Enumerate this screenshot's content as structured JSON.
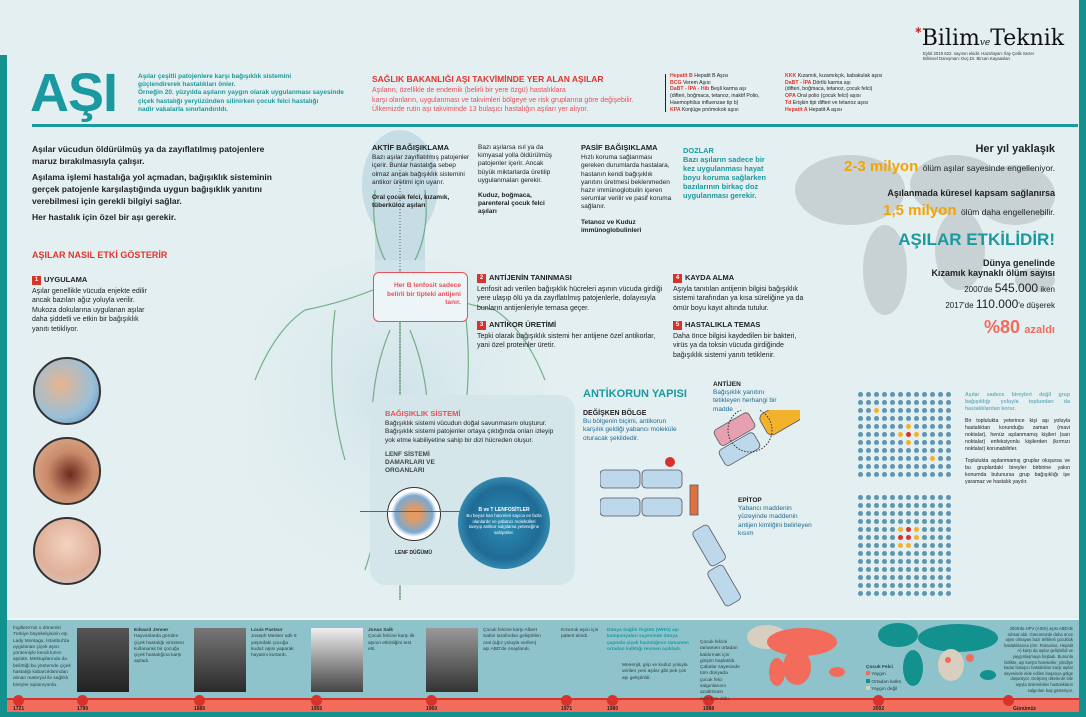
{
  "header": {
    "title": "AŞI",
    "intro": [
      "Aşılar çeşitli patojenlere karşı bağışıklık sistemini",
      "güçlendirerek hastalıkları önler.",
      "Örneğin 20. yüzyılda aşıların yaygın olarak uygulanması sayesinde",
      "çiçek hastalığı yeryüzünden silinirken çocuk felci hastalığı",
      "nadir vakalarla sınırlandırıldı."
    ]
  },
  "logo": {
    "name": "Bilim ve Teknik",
    "issue": "Eylül 2019  622. sayının ekidir.  Hazırlayan: İlay Çelik Sezer",
    "advisor": "Bilimsel Danışman: Doç.Dr. Bircan Kayaaslan"
  },
  "schedule": {
    "title": "SAĞLIK BAKANLIĞI AŞI TAKVİMİNDE YER ALAN AŞILAR",
    "text": [
      "Aşıların, özellikle de endemik (belirli bir yere özgü) hastalıklara",
      "karşı olanların, uygulanması ve takvimleri bölgeye ve risk gruplarına göre değişebilir.",
      "Ülkemizde rutin aşı takviminde 13 bulaşıcı hastalığın aşıları yer alıyor."
    ],
    "list1": [
      {
        "k": "Hepatit B",
        "v": "Hepatit B Aşısı"
      },
      {
        "k": "BCG",
        "v": "Verem Aşısı"
      },
      {
        "k": "DaBT - İPA - Hib",
        "v": "Beşli karma aşı"
      },
      {
        "k": "",
        "v": "(difteri, boğmaca, tetanoz, inaktif Polio,"
      },
      {
        "k": "",
        "v": "Haemophilus influenzae tip b)"
      },
      {
        "k": "KPA",
        "v": "Konjüge pnömokok aşısı"
      }
    ],
    "list2": [
      {
        "k": "KKK",
        "v": "Kızamık, kızamıkçık, kabakulak aşısı"
      },
      {
        "k": "DaBT - İPA",
        "v": "Dörtlü karma aşı"
      },
      {
        "k": "",
        "v": "(difteri, boğmaca, tetanoz, çocuk felci)"
      },
      {
        "k": "OPA",
        "v": "Oral polio (çocuk felci) aşısı"
      },
      {
        "k": "Td",
        "v": "Erişkin tipi difteri ve tetanoz aşısı"
      },
      {
        "k": "Hepatit A",
        "v": "Hepatit A aşısı"
      }
    ]
  },
  "left": {
    "p1": "Aşılar vücudun öldürülmüş ya da zayıflatılmış patojenlere maruz bırakılmasıyla çalışır.",
    "p2": "Aşılama işlemi hastalığa yol açmadan, bağışıklık sisteminin gerçek patojenle karşılaştığında uygun bağışıklık yanıtını verebilmesi için gerekli bilgiyi sağlar.",
    "p3": "Her hastalık için özel bir aşı gerekir.",
    "how_title": "AŞILAR NASIL ETKİ GÖSTERİR"
  },
  "steps": [
    {
      "n": "1",
      "title": "UYGULAMA",
      "text": "Aşılar genellikle vücuda enjekte edilir ancak bazıları ağız yoluyla verilir. Mukoza dokularına uygulanan aşılar daha şiddetli ve etkin bir bağışıklık yanıtı tetikliyor."
    },
    {
      "n": "2",
      "title": "ANTİJENİN TANINMASI",
      "text": "Lenfosit adı verilen bağışıklık hücreleri aşının vücuda girdiği yere ulaşıp ölü ya da zayıflatılmış patojenlerle, dolayısıyla bunların antijenleriyle temasa geçer."
    },
    {
      "n": "3",
      "title": "ANTİKOR ÜRETİMİ",
      "text": "Tepki olarak bağışıklık sistemi her antijene özel antikorlar, yani özel proteinler üretir."
    },
    {
      "n": "4",
      "title": "KAYDA ALMA",
      "text": "Aşıyla tanıtılan antijenin bilgisi bağışıklık sistemi tarafından ya kısa süreliğine ya da ömür boyu kayıt altında tutulur."
    },
    {
      "n": "5",
      "title": "HASTALIKLA TEMAS",
      "text": "Daha önce bilgisi kaydedilen bir bakteri, virüs ya da toksin vücuda girdiğinde bağışıklık sistemi yanıtı tetiklenir."
    }
  ],
  "callout": "Her B lenfosit sadece belirli bir tipteki antijeni tanır.",
  "types": {
    "active": {
      "title": "AKTİF BAĞIŞIKLAMA",
      "text": "Bazı aşılar zayıflatılmış patojenler içerir. Bunlar hastalığa sebep olmaz ancak bağışıklık sistemini antikor üretimi için uyarır.",
      "ex": "Oral çocuk felci, kızamık, tüberküloz aşıları"
    },
    "killed": {
      "text": "Bazı aşılarsa ısıl ya da kimyasal yolla öldürülmüş patojenler içerir. Ancak büyük miktarlarda üretilip uygulanmaları gerekir.",
      "ex": "Kuduz, boğmaca, parenteral çocuk felci aşıları"
    },
    "passive": {
      "title": "PASİF BAĞIŞIKLAMA",
      "text": "Hızlı koruma sağlanması gereken durumlarda hastalara, hastanın kendi bağışıklık yanıtını üretmesi beklenmeden hazır immünoglobulin içeren serumlar verilir ve pasif koruma sağlanır.",
      "ex": "Tetanoz ve Kuduz immünoglobulinleri"
    },
    "doses": {
      "title": "DOZLAR",
      "text": "Bazı aşıların sadece bir kez uygulanması hayat boyu koruma sağlarken bazılarının birkaç doz uygulanması gerekir."
    }
  },
  "stats": {
    "l1": "Her yıl yaklaşık",
    "big1": "2-3 milyon",
    "l2": "ölüm aşılar sayesinde engelleniyor.",
    "l3": "Aşılanmada küresel kapsam sağlanırsa",
    "big2": "1,5 milyon",
    "l4": "ölüm daha engellenebilir.",
    "headline": "AŞILAR ETKİLİDİR!",
    "m1": "Dünya genelinde",
    "m2": "Kızamık kaynaklı ölüm sayısı",
    "y1": "2000'de",
    "v1": "545.000",
    "s1": "iken",
    "y2": "2017'de",
    "v2": "110.000",
    "s2": "'e düşerek",
    "pct": "%80",
    "pct_label": "azaldı"
  },
  "immune": {
    "title": "BAĞIŞIKLIK SİSTEMİ",
    "text": "Bağışıklık sistemi vücudun doğal savunmasını oluşturur. Bağışıklık sistemi patojenler ortaya çıktığında onları izleyip yok etme kabiliyetine sahip bir dizi hücreden oluşur.",
    "lymph": "LENF SİSTEMİ DAMARLARI VE ORGANLARI",
    "node": "LENF DÜĞÜMÜ",
    "cells_title": "B ve T LENFOSİTLER",
    "cells_text": "Bu beyaz kan hücreleri sayıca en fazla olanlardır ve yabancı molekülleri tanıyıp antikor salgılama yeteneğine sahiptirler."
  },
  "antibody": {
    "title": "ANTİKORUN YAPISI",
    "var_title": "DEĞİŞKEN BÖLGE",
    "var_text": "Bu bölgenin biçimi, antikorun karşılık geldiği yabancı moleküle oturacak şekildedir.",
    "antigen_title": "ANTİJEN",
    "antigen_text": "Bağışıklık yanıtını tetikleyen herhangi bir madde",
    "epitope_title": "EPİTOP",
    "epitope_text": "Yabancı maddenin yüzeyinde maddenin antijen kimliğini belirleyen kısım"
  },
  "herd": {
    "title": "Aşılar sadece bireyleri değil grup bağışıklığı yoluyla toplumları da hastalıklardan korur.",
    "p1": "Bir toplulukta yeterince kişi aşı yoluyla hastalıktan korunduğu zaman (mavi noktalar), henüz aşılanmamış kişileri (sarı noktalar) enfeksiyonlu kişilerden (kırmızı noktalar) korunabilirler.",
    "p2": "Toplulukta aşılanmamış gruplar oluşursa ve bu gruplardaki bireyler birbirine yakın konumda bulunursa grup bağışıklığı işe yaramaz ve hastalık yayılır."
  },
  "timeline": {
    "events": [
      {
        "year": "1721",
        "text": "İngiltere'nin o dönemki Türkiye büyükelçisinin eşi Lady Montagu, İstanbul'da uygulanan çiçek aşısı yöntemiyle kendi kızını aşılattı. Mektuplarında da belirttiği bu yöntemde çiçek hastalığı kabarcıklarından alınan materyal ile sağlıklı bireyler aşılanıyordu."
      },
      {
        "year": "1790",
        "name": "Edward Jenner",
        "text": "Hayvanlarda görülen çiçek hastalığı virüsünü kullanarak bir çocuğu çiçek hastalığına karşı aşıladı."
      },
      {
        "year": "1885",
        "name": "Louis Pasteur",
        "text": "Joseph Meister adlı 9 yaşındaki çocuğa kuduz aşısı yaparak hayatını kurtardı."
      },
      {
        "year": "1955",
        "name": "Jonas Salk",
        "text": "Çocuk felcine karşı ilk aşının etkinliğini test etti."
      },
      {
        "year": "1960",
        "name": "Albert Sabin",
        "text": "Çocuk felcine karşı Albert Sabin tarafından geliştirilen oral (ağız yoluyla verilen) aşı ABD'de onaylandı."
      },
      {
        "year": "1971",
        "text": "Kızamık aşısı için patent alındı."
      },
      {
        "year": "1980",
        "text": "Dünya Sağlık Örgütü (WHO) aşı kampanyaları sayesinde dünya çapında çiçek hastalığının tamamen ortadan kalktığı resmen açıkladı.",
        "text2": "Menenjit, grip ve kuduz yoluyla verilen yeni aşılar gibi pek çok aşı geliştirildi."
      },
      {
        "year": "1988",
        "text": "Çocuk felcini tamamen ortadan kaldırmak için girişim başlatıldı. Çabalar sayesinde tüm dünyada çocuk felci salgınlarının azaltılması mümkün oldu."
      },
      {
        "year": "2002"
      },
      {
        "year": "Günümüz",
        "text": "2006'da HPV (AIDS) aşısı ABD'de ruhsat aldı. Günümüzde daha önce aşısı olmayan bazı tehlikeli çocukluk hastalıklarına (örn. Rotavirus, Hepatit A) karşı da aşılar geliştirildi ve yaygınlaşmaya başladı. Bununla birlikte, aşı karşıtı hareketler, şimdiye kadar bulaşıcı hastalıkları karşı aşılar sayesinde elde edilen başarıya gölge düşürüyor. Gelişmiş ülkelerde bile aşıyla önlenebilen hastalıkların salgınları baş gösteriyor."
      }
    ],
    "legend": {
      "title": "Çocuk Felci",
      "items": [
        "Yaygın",
        "Ortadan kalktı",
        "Yaygın değil"
      ]
    }
  },
  "colors": {
    "teal": "#1a9aa0",
    "red": "#e0352d",
    "orange": "#f5a300",
    "timeline_bg": "#8fc3cb",
    "timeline_bar": "#f26b5b"
  }
}
